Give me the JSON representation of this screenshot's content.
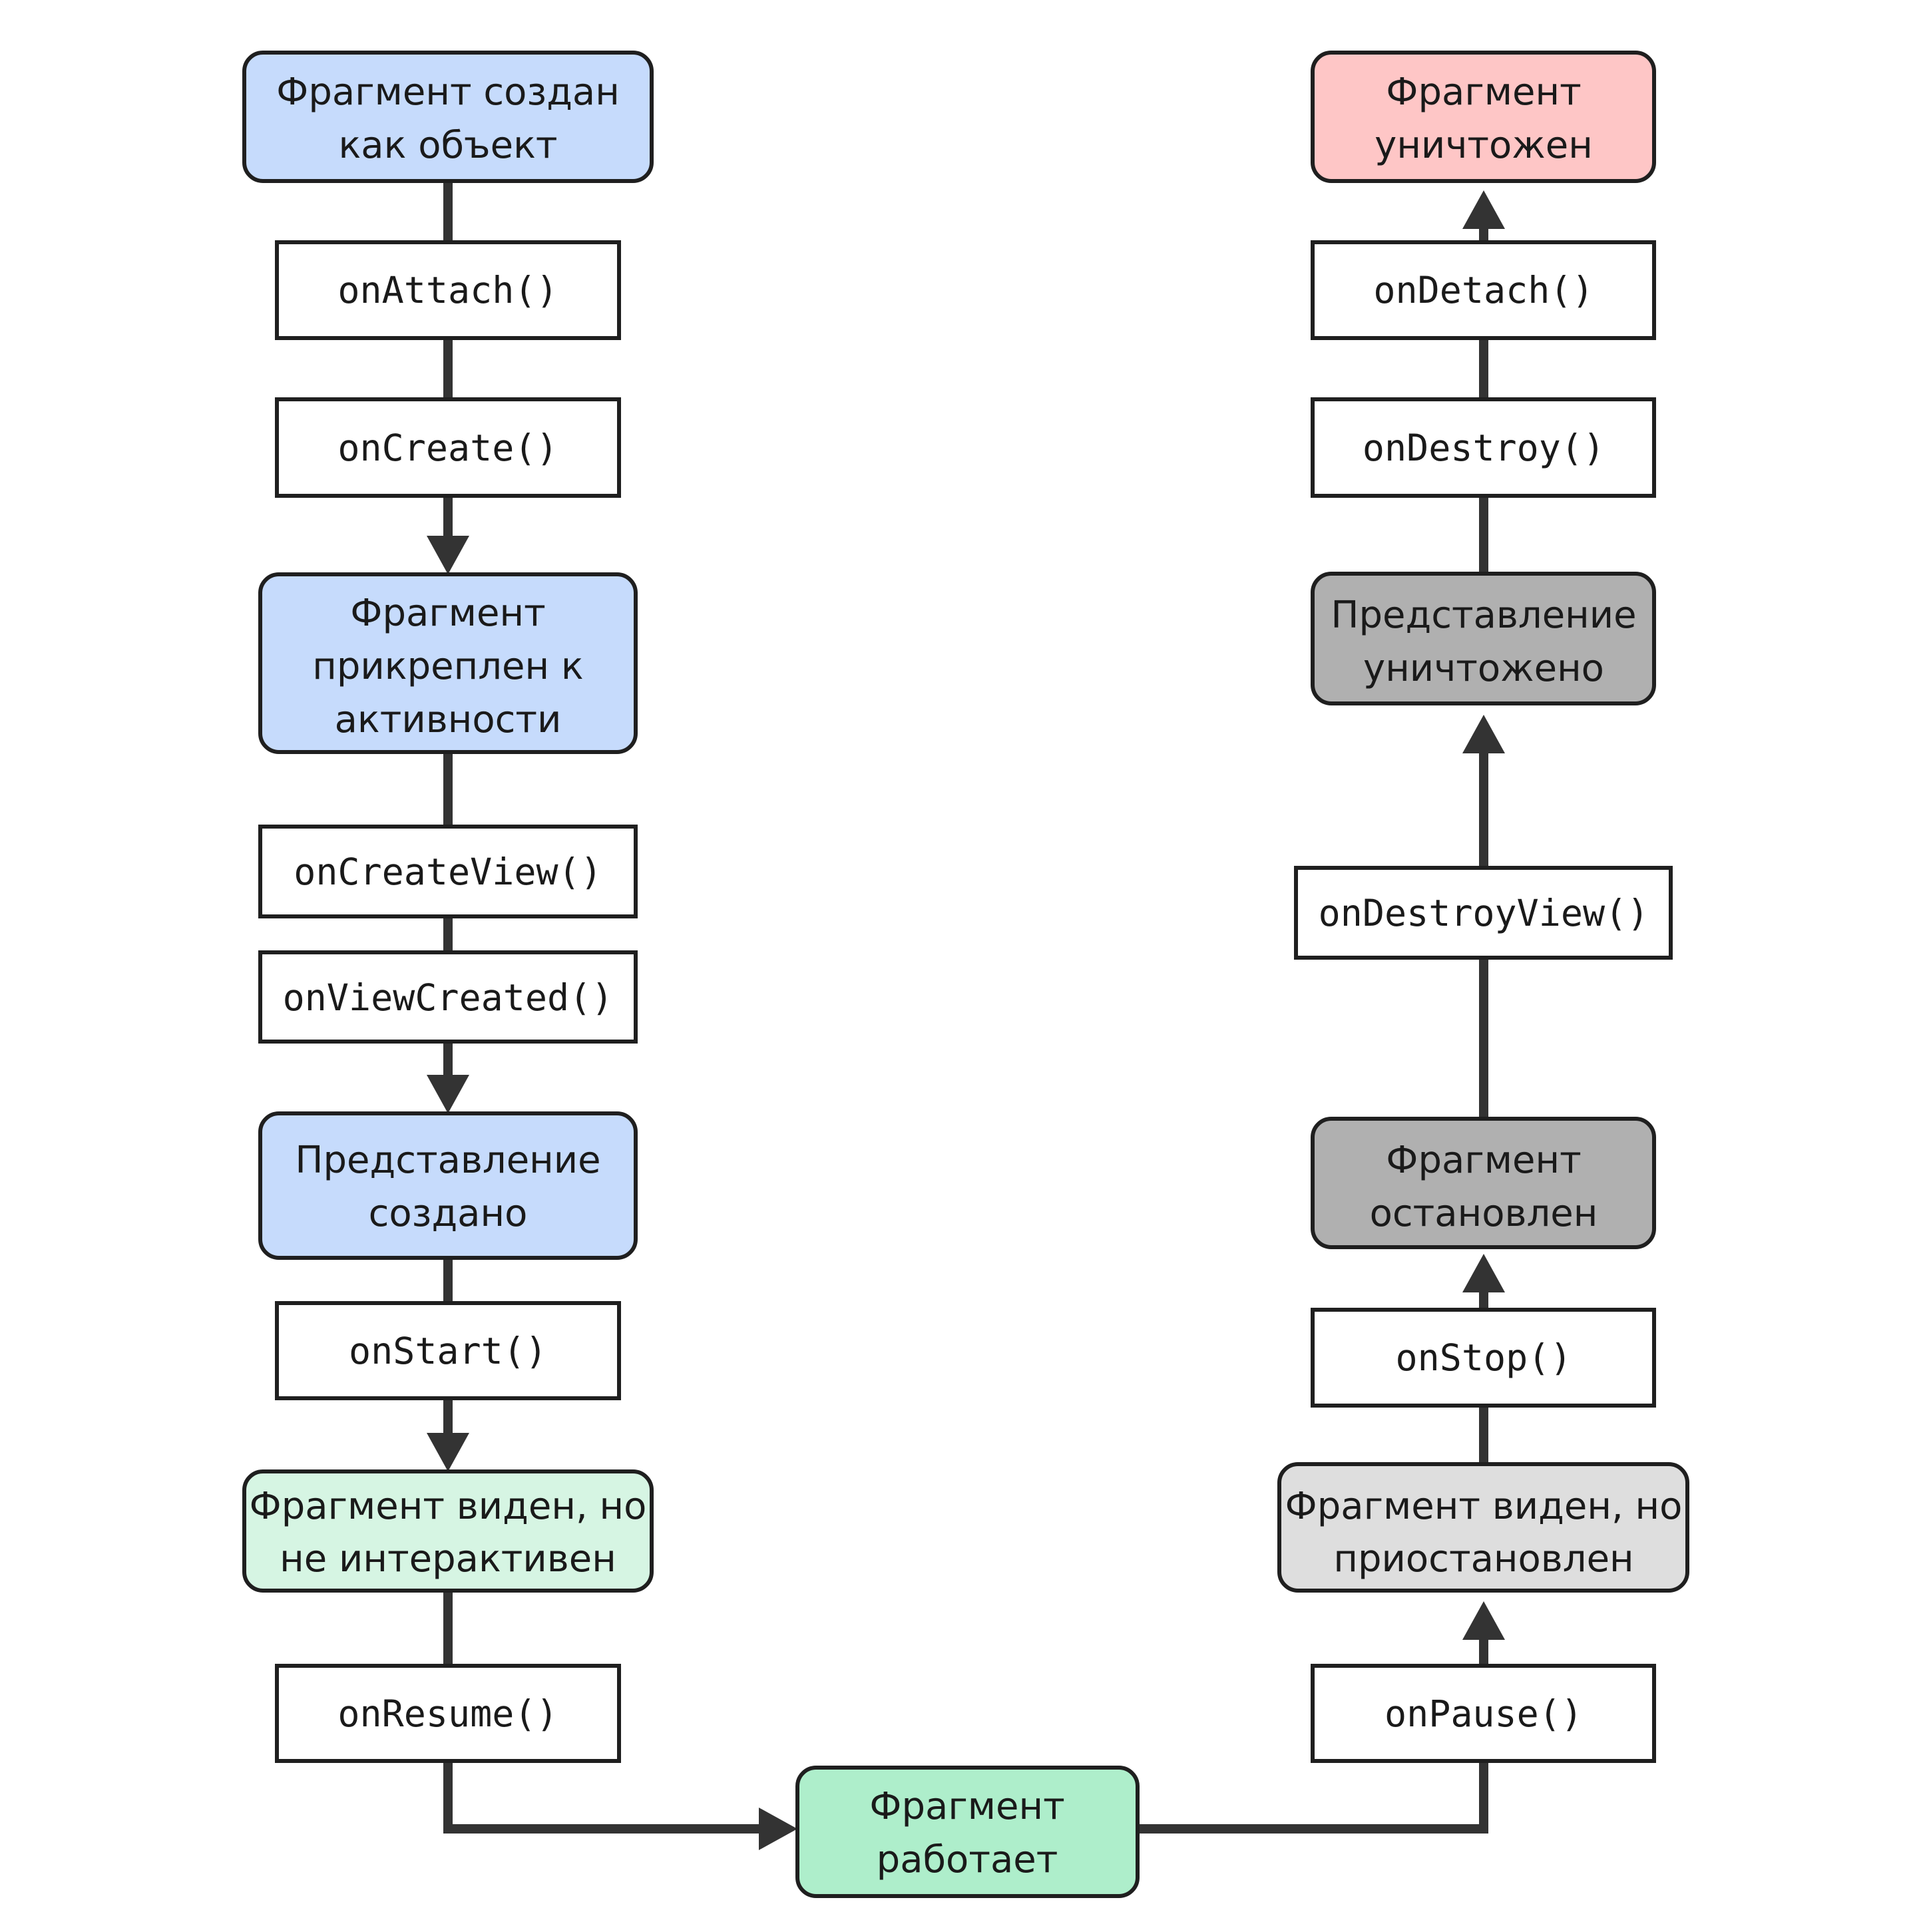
{
  "colors": {
    "blue": "#c6dbfc",
    "green_light": "#d6f5e3",
    "green": "#aeeecb",
    "red": "#fec6c6",
    "gray": "#b0b0b0",
    "gray_light": "#dedede",
    "line": "#333333",
    "border": "#1f1f1f"
  },
  "states": {
    "created_object": {
      "line1": "Фрагмент создан",
      "line2": "как объект"
    },
    "attached": {
      "line1": "Фрагмент",
      "line2": "прикреплен к",
      "line3": "активности"
    },
    "view_created": {
      "line1": "Представление",
      "line2": "создано"
    },
    "visible_not_interactive": {
      "line1": "Фрагмент виден, но",
      "line2": "не интерактивен"
    },
    "running": {
      "line1": "Фрагмент",
      "line2": "работает"
    },
    "visible_paused": {
      "line1": "Фрагмент виден, но",
      "line2": "приостановлен"
    },
    "stopped": {
      "line1": "Фрагмент",
      "line2": "остановлен"
    },
    "view_destroyed": {
      "line1": "Представление",
      "line2": "уничтожено"
    },
    "destroyed": {
      "line1": "Фрагмент",
      "line2": "уничтожен"
    }
  },
  "methods": {
    "on_attach": "onAttach()",
    "on_create": "onCreate()",
    "on_create_view": "onCreateView()",
    "on_view_created": "onViewCreated()",
    "on_start": "onStart()",
    "on_resume": "onResume()",
    "on_pause": "onPause()",
    "on_stop": "onStop()",
    "on_destroy_view": "onDestroyView()",
    "on_destroy": "onDestroy()",
    "on_detach": "onDetach()"
  }
}
